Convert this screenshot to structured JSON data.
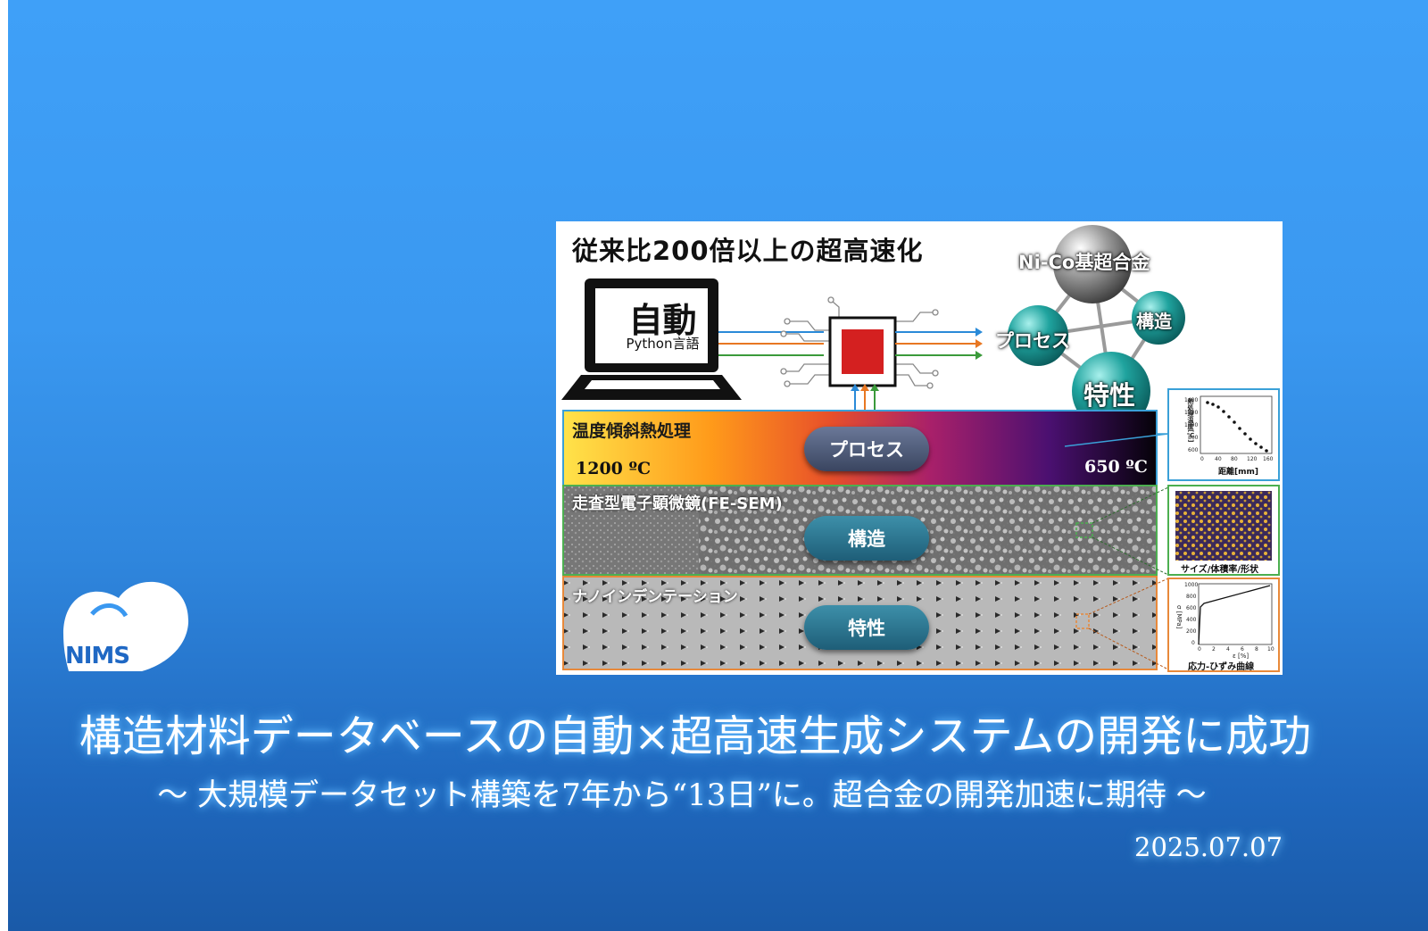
{
  "logo": {
    "text": "NIMS"
  },
  "figure": {
    "headline": "従来比200倍以上の超高速化",
    "laptop": {
      "main": "自動",
      "sub": "Python言語"
    },
    "network": {
      "center": "Ni-Co基超合金",
      "node1": "プロセス",
      "node2": "構造",
      "node3": "特性"
    },
    "band1": {
      "title": "温度傾斜熱処理",
      "pill": "プロセス",
      "temp_left": "1200 ºC",
      "temp_right": "650 ºC"
    },
    "band2": {
      "title": "走査型電子顕微鏡(FE-SEM)",
      "pill": "構造"
    },
    "band3": {
      "title": "ナノインデンテーション",
      "pill": "特性"
    },
    "inset1": {
      "ylabel": "熱処理温度[℃]",
      "xlabel": "距離[mm]",
      "yticks": [
        "1400",
        "1200",
        "1000",
        "800",
        "600"
      ],
      "xticks": [
        "0",
        "40",
        "80",
        "120",
        "160"
      ]
    },
    "inset2": {
      "caption": "サイズ/体積率/形状"
    },
    "inset3": {
      "ylabel": "σ [MPa]",
      "xlabel": "ε [%]",
      "yticks": [
        "1000",
        "800",
        "600",
        "400",
        "200",
        "0"
      ],
      "xticks": [
        "0",
        "2",
        "4",
        "6",
        "8",
        "10"
      ],
      "caption": "応力-ひずみ曲線"
    },
    "colors": {
      "arrow_blue": "#2a8ad8",
      "arrow_orange": "#e87722",
      "arrow_green": "#3a9a3a",
      "chip_red": "#d42020",
      "band_border_blue": "#3aa0d8",
      "band_border_green": "#4caf50",
      "band_border_orange": "#e8893a"
    }
  },
  "title": "構造材料データベースの自動×超高速生成システムの開発に成功",
  "subtitle": "～ 大規模データセット構築を7年から“13日”に。超合金の開発加速に期待 ～",
  "date": "2025.07.07"
}
